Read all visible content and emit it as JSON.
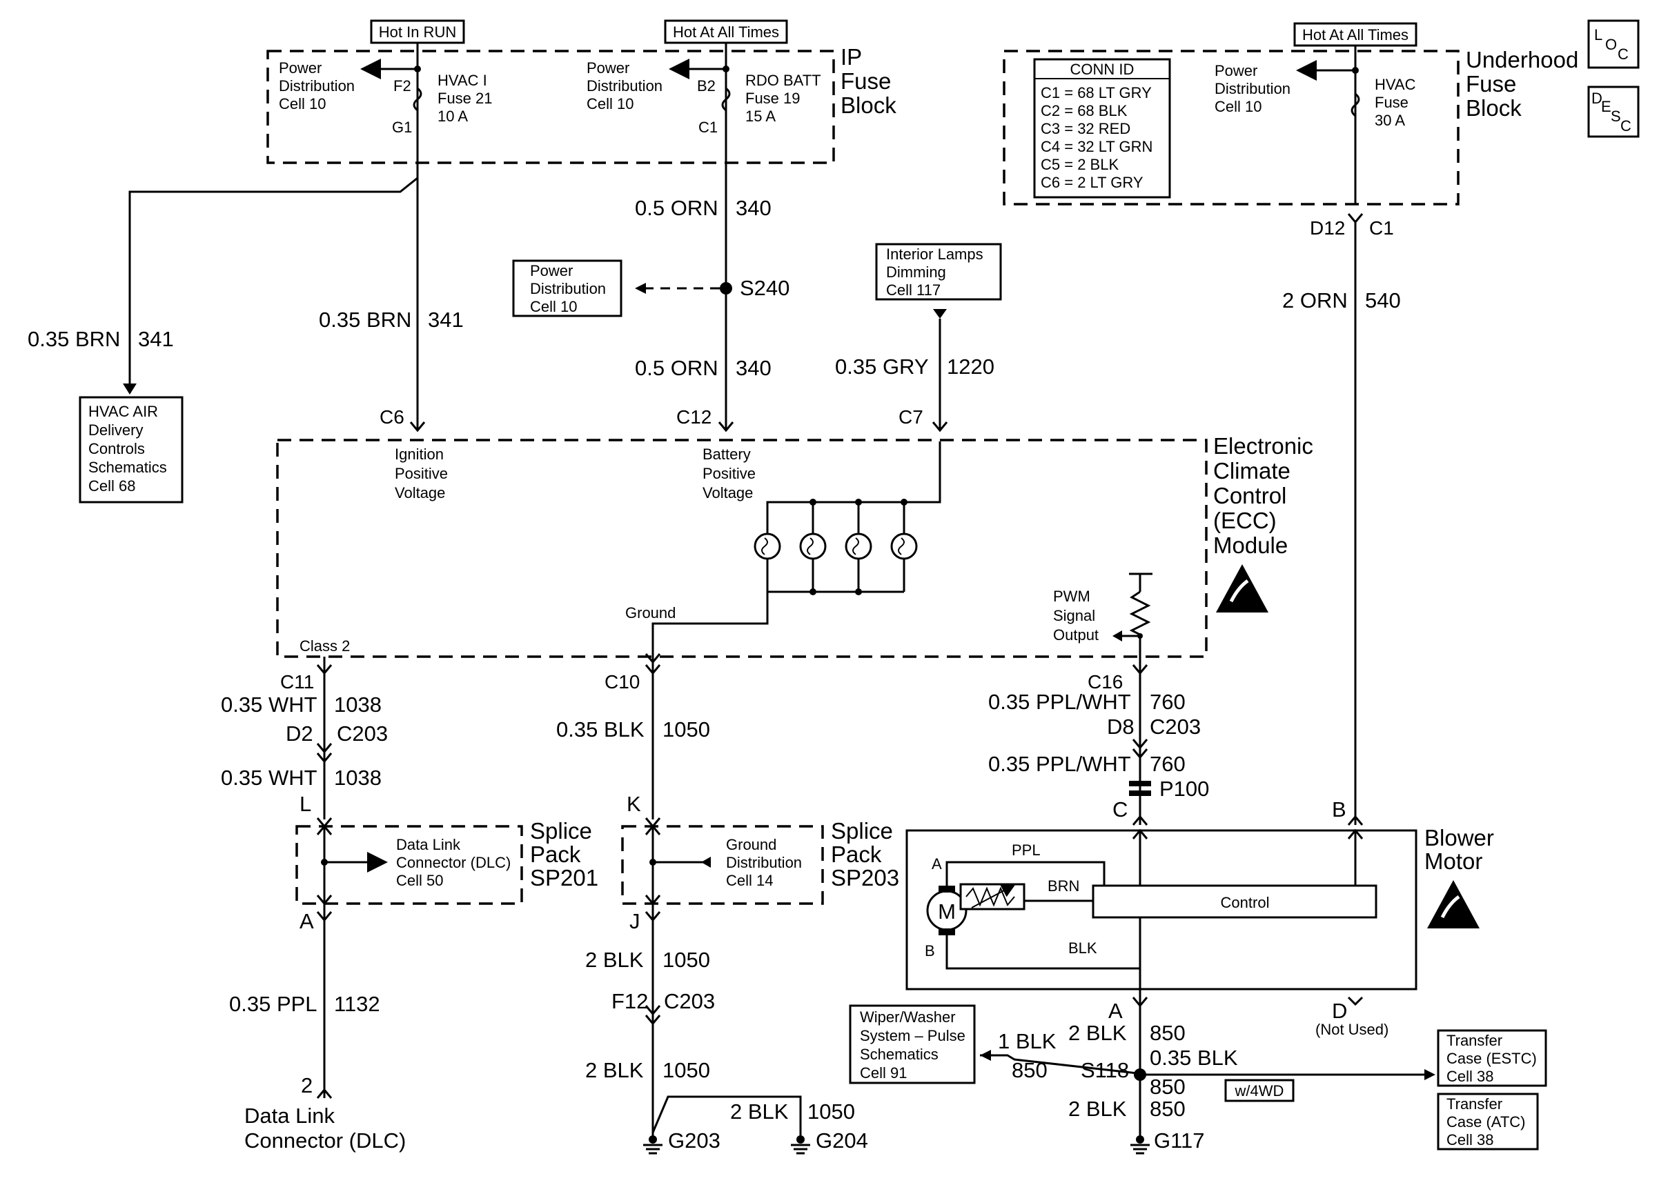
{
  "power_labels": {
    "hot_in_run": "Hot In RUN",
    "hot_at_all_times_ip": "Hot At All Times",
    "hot_at_all_times_uh": "Hot At All Times"
  },
  "ip_fuse_block": {
    "title_1": "IP",
    "title_2": "Fuse",
    "title_3": "Block",
    "left_pd_1": "Power",
    "left_pd_2": "Distribution",
    "left_pd_3": "Cell 10",
    "hvac_fuse_pin_top": "F2",
    "hvac_fuse_pin_bot": "G1",
    "hvac_fuse_1": "HVAC I",
    "hvac_fuse_2": "Fuse 21",
    "hvac_fuse_3": "10 A",
    "mid_pd_1": "Power",
    "mid_pd_2": "Distribution",
    "mid_pd_3": "Cell 10",
    "rdo_pin_top": "B2",
    "rdo_pin_bot": "C1",
    "rdo_fuse_1": "RDO BATT",
    "rdo_fuse_2": "Fuse 19",
    "rdo_fuse_3": "15 A"
  },
  "underhood_fuse_block": {
    "title_1": "Underhood",
    "title_2": "Fuse",
    "title_3": "Block",
    "conn_id_title": "CONN ID",
    "conn_ids": [
      "C1 = 68 LT GRY",
      "C2 = 68 BLK",
      "C3 = 32 RED",
      "C4 = 32 LT GRN",
      "C5 = 2 BLK",
      "C6 = 2 LT GRY"
    ],
    "pd_1": "Power",
    "pd_2": "Distribution",
    "pd_3": "Cell 10",
    "hvac_fuse_1": "HVAC",
    "hvac_fuse_2": "Fuse",
    "hvac_fuse_3": "30 A",
    "pin_d12": "D12",
    "pin_c1": "C1"
  },
  "corner_icons": {
    "loc_1": "L",
    "loc_2": "O",
    "loc_3": "C",
    "desc_1": "D",
    "desc_2": "E",
    "desc_3": "S",
    "desc_4": "C"
  },
  "wires": {
    "brn_341_a_color": "0.35 BRN",
    "brn_341_a_num": "341",
    "brn_341_b_color": "0.35 BRN",
    "brn_341_b_num": "341",
    "orn_340_a_color": "0.5 ORN",
    "orn_340_a_num": "340",
    "orn_340_b_color": "0.5 ORN",
    "orn_340_b_num": "340",
    "splice_s240": "S240",
    "gry_1220_color": "0.35 GRY",
    "gry_1220_num": "1220",
    "orn_540_color": "2 ORN",
    "orn_540_num": "540",
    "wht_1038_a_color": "0.35 WHT",
    "wht_1038_a_num": "1038",
    "wht_1038_b_color": "0.35 WHT",
    "wht_1038_b_num": "1038",
    "blk_1050_a_color": "0.35 BLK",
    "blk_1050_a_num": "1050",
    "ppl_wht_760_a_color": "0.35 PPL/WHT",
    "ppl_wht_760_a_num": "760",
    "ppl_wht_760_b_color": "0.35 PPL/WHT",
    "ppl_wht_760_b_num": "760",
    "ppl_1132_color": "0.35 PPL",
    "ppl_1132_num": "1132",
    "blk_1050_b_color": "2 BLK",
    "blk_1050_b_num": "1050",
    "blk_1050_c_color": "2 BLK",
    "blk_1050_c_num": "1050",
    "blk_1050_d_color": "2 BLK",
    "blk_1050_d_num": "1050",
    "blk_850_a_color": "2 BLK",
    "blk_850_a_num": "850",
    "blk_850_b_color": "1 BLK",
    "blk_850_b_num": "850",
    "blk_850_c_color": "0.35 BLK",
    "blk_850_c_num": "850",
    "blk_850_d_color": "2 BLK",
    "blk_850_d_num": "850",
    "splice_s118": "S118",
    "w4wd": "w/4WD"
  },
  "refs": {
    "hvac_air_1": "HVAC AIR",
    "hvac_air_2": "Delivery",
    "hvac_air_3": "Controls",
    "hvac_air_4": "Schematics",
    "hvac_air_5": "Cell 68",
    "pd_s240_1": "Power",
    "pd_s240_2": "Distribution",
    "pd_s240_3": "Cell 10",
    "int_lamps_1": "Interior Lamps",
    "int_lamps_2": "Dimming",
    "int_lamps_3": "Cell 117",
    "wiper_1": "Wiper/Washer",
    "wiper_2": "System – Pulse",
    "wiper_3": "Schematics",
    "wiper_4": "Cell 91",
    "estc_1": "Transfer",
    "estc_2": "Case (ESTC)",
    "estc_3": "Cell 38",
    "atc_1": "Transfer",
    "atc_2": "Case (ATC)",
    "atc_3": "Cell 38"
  },
  "ecc_module": {
    "title_1": "Electronic",
    "title_2": "Climate",
    "title_3": "Control",
    "title_4": "(ECC)",
    "title_5": "Module",
    "pin_c6": "C6",
    "pin_c12": "C12",
    "pin_c7": "C7",
    "ign_1": "Ignition",
    "ign_2": "Positive",
    "ign_3": "Voltage",
    "batt_1": "Battery",
    "batt_2": "Positive",
    "batt_3": "Voltage",
    "ground": "Ground",
    "class2": "Class 2",
    "pwm_1": "PWM",
    "pwm_2": "Signal",
    "pwm_3": "Output",
    "pin_c11": "C11",
    "pin_c10": "C10",
    "pin_c16": "C16"
  },
  "connectors": {
    "d2": "D2",
    "c203_a": "C203",
    "d8": "D8",
    "c203_b": "C203",
    "p100": "P100",
    "f12": "F12",
    "c203_c": "C203",
    "l": "L",
    "k": "K",
    "a_sp201": "A",
    "j": "J",
    "dlc_pin": "2",
    "blower_c": "C",
    "blower_b": "B",
    "blower_a": "A",
    "blower_d": "D",
    "not_used": "(Not Used)"
  },
  "sp201": {
    "title_1": "Splice",
    "title_2": "Pack",
    "title_3": "SP201",
    "ref_1": "Data Link",
    "ref_2": "Connector (DLC)",
    "ref_3": "Cell 50"
  },
  "sp203": {
    "title_1": "Splice",
    "title_2": "Pack",
    "title_3": "SP203",
    "ref_1": "Ground",
    "ref_2": "Distribution",
    "ref_3": "Cell 14"
  },
  "dlc": {
    "label_1": "Data Link",
    "label_2": "Connector (DLC)"
  },
  "grounds": {
    "g203": "G203",
    "g204": "G204",
    "g117": "G117"
  },
  "blower_motor": {
    "title_1": "Blower",
    "title_2": "Motor",
    "motor": "M",
    "ppl": "PPL",
    "brn": "BRN",
    "blk": "BLK",
    "term_a": "A",
    "term_b": "B",
    "control": "Control"
  }
}
